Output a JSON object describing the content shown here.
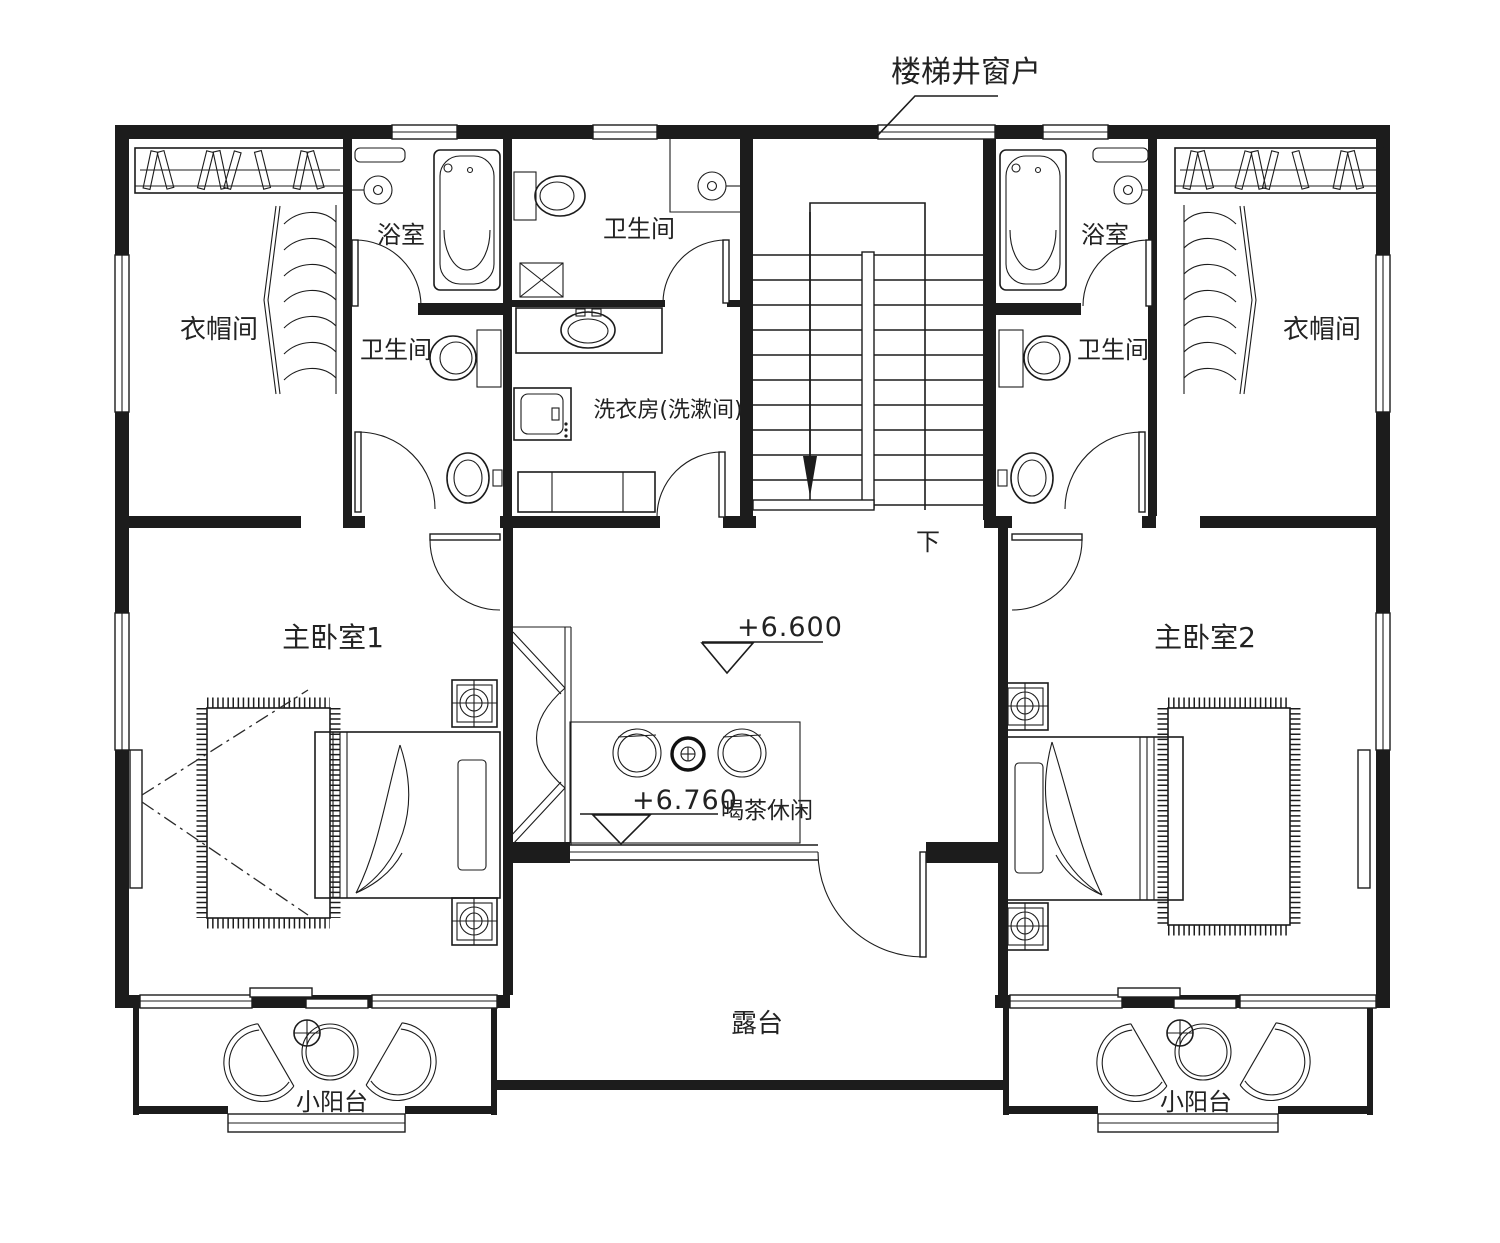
{
  "drawing": {
    "type": "floor-plan",
    "colors": {
      "line": "#1c1c1c",
      "text": "#222222",
      "background": "#ffffff"
    }
  },
  "annotations": {
    "stairwell_window_note": "楼梯井窗户",
    "stair_down": "下",
    "tea_area": "喝茶休闲"
  },
  "elevations": {
    "hall": "+6.600",
    "tea": "+6.760"
  },
  "rooms": {
    "closet_left": "衣帽间",
    "bath_left": "浴室",
    "toilet_left": "卫生间",
    "toilet_center": "卫生间",
    "laundry": "洗衣房(洗漱间)",
    "bath_right": "浴室",
    "toilet_right": "卫生间",
    "closet_right": "衣帽间",
    "bedroom_1": "主卧室1",
    "bedroom_2": "主卧室2",
    "terrace": "露台",
    "balcony_left": "小阳台",
    "balcony_right": "小阳台"
  }
}
